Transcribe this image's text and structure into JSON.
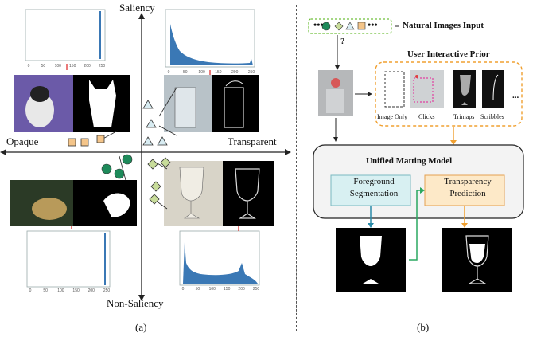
{
  "left_panel": {
    "axis_top": "Saliency",
    "axis_bottom": "Non-Saliency",
    "axis_left": "Opaque",
    "axis_right": "Transparent",
    "caption": "(a)",
    "hist_ticks_a": [
      "0",
      "50",
      "100",
      "150",
      "200",
      "250"
    ],
    "hist_ticks_b": [
      "0",
      "50",
      "100",
      "150",
      "200",
      "250"
    ],
    "hist_ticks_c": [
      "0",
      "50",
      "100",
      "150",
      "200",
      "250"
    ],
    "hist_ticks_d": [
      "0",
      "50",
      "100",
      "150",
      "200",
      "250"
    ]
  },
  "right_panel": {
    "input_title": "Natural Images Input",
    "question_mark": "?",
    "prior_title": "User Interactive Prior",
    "prior_items": [
      "Image Only",
      "Clicks",
      "Trimaps",
      "Scribbles"
    ],
    "ellipsis": "...",
    "model_title": "Unified Matting Model",
    "fg_label_1": "Foreground",
    "fg_label_2": "Segmentation",
    "tp_label_1": "Transparency",
    "tp_label_2": "Prediction",
    "caption": "(b)"
  },
  "colors": {
    "green_dashed": "#6fbf3a",
    "orange_dashed": "#f0a030",
    "fg_box": "#d8f0f2",
    "tp_box": "#fde9c8",
    "teal_arrow": "#2a8aa8",
    "green_arrow": "#2aa860",
    "orange_arrow": "#f0a030",
    "hist_blue": "#3a78b5"
  }
}
